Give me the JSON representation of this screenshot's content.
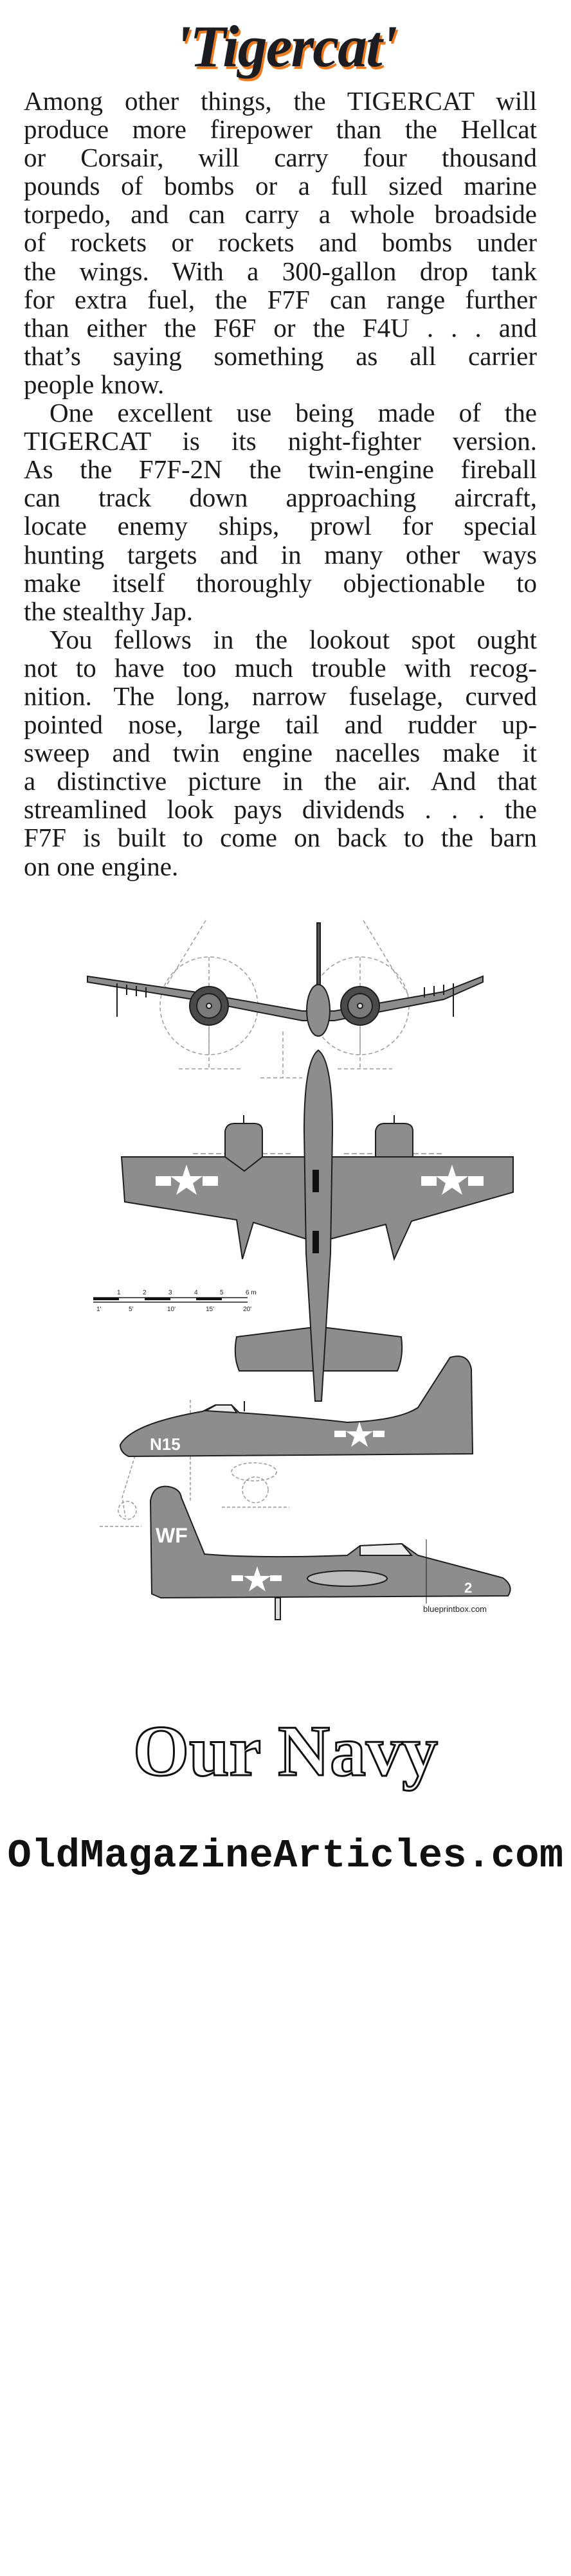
{
  "article": {
    "title": "'Tigercat'",
    "paragraphs": [
      [
        "Among other things, the TIGERCAT will",
        "produce more firepower than the Hellcat",
        "or Corsair, will carry four thousand",
        "pounds of bombs or a full sized marine",
        "torpedo, and can carry a whole broadside",
        "of rockets or rockets and bombs under",
        "the wings. With a 300-gallon drop tank",
        "for extra fuel, the F7F can range further",
        "than either the F6F or the F4U . . . and",
        "that’s saying something as all carrier",
        "people know."
      ],
      [
        "One excellent use being made of the",
        "TIGERCAT is its night-fighter version.",
        "As the F7F-2N the twin-engine fireball",
        "can track down approaching aircraft,",
        "locate enemy ships, prowl for special",
        "hunting targets and in many other ways",
        "make itself thoroughly objectionable to",
        "the stealthy Jap."
      ],
      [
        "You fellows in the lookout spot ought",
        "not to have too much trouble with recog-",
        "nition. The long, narrow fuselage, curved",
        "pointed nose, large tail and rudder up-",
        "sweep and twin engine nacelles make it",
        "a distinctive picture in the air. And that",
        "streamlined look pays dividends . . . the",
        "F7F is built to come on back to the barn",
        "on one engine."
      ]
    ]
  },
  "drawing": {
    "scale_meters": [
      "1",
      "2",
      "3",
      "4",
      "5",
      "6 m"
    ],
    "scale_feet": [
      "1'",
      "5'",
      "10'",
      "15'",
      "20'"
    ],
    "side_code_1": "N15",
    "side_code_2": "WF",
    "side_number": "2",
    "credit": "blueprintbox.com",
    "colors": {
      "aircraft": "#8d8d8d",
      "outline": "#1e1e1e",
      "title_shadow": "#f07a1e"
    }
  },
  "footer": {
    "publication": "Our Navy",
    "site": "OldMagazineArticles.com"
  }
}
